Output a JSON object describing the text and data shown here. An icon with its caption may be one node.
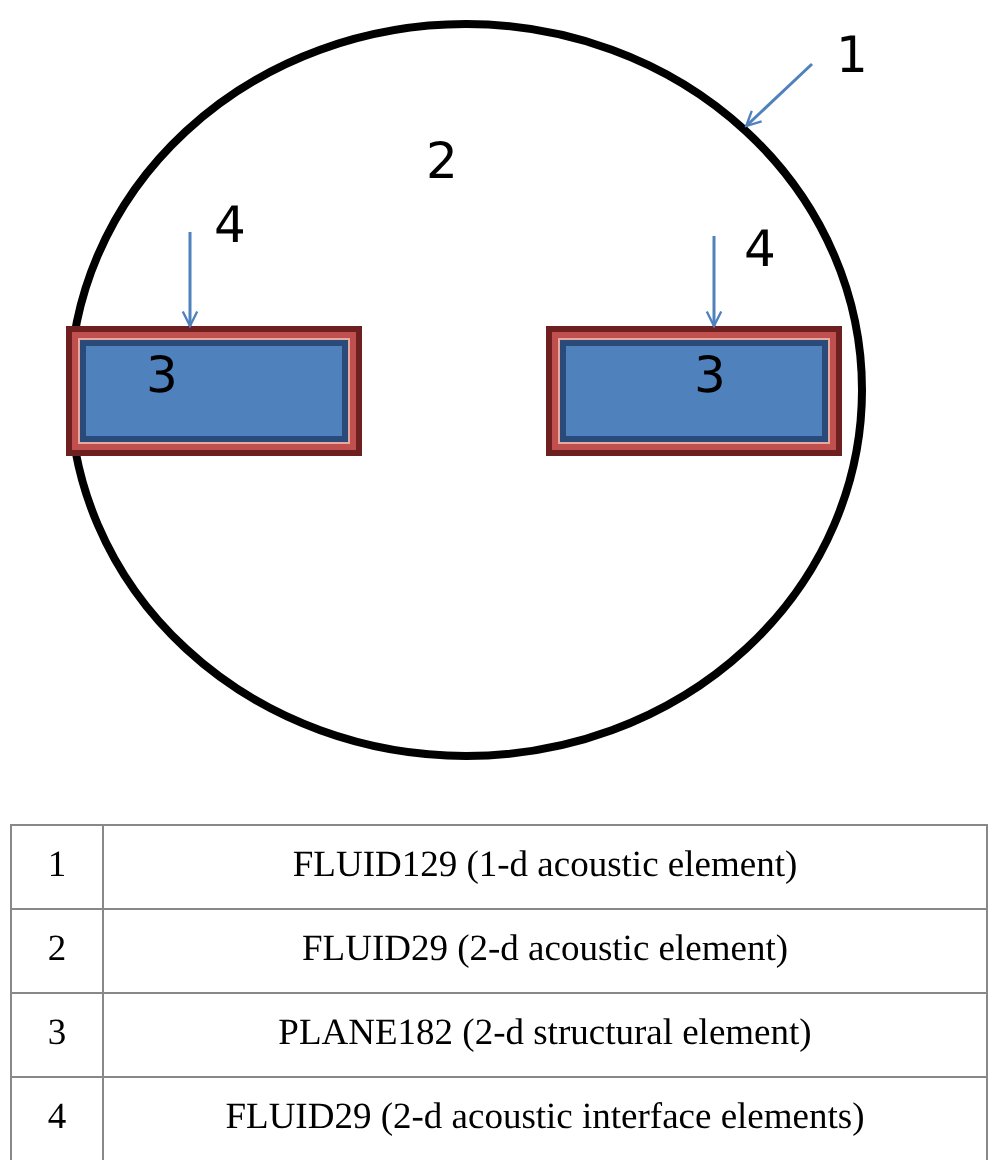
{
  "diagram": {
    "nodes": [
      {
        "text": [
          "2"
        ]
      },
      {
        "text": [
          "1"
        ]
      },
      {
        "text": [
          "3"
        ],
        "in": 0
      },
      {
        "text": [
          "3"
        ],
        "in": 0
      },
      {
        "text": [
          "4"
        ],
        "in": 0
      },
      {
        "text": [
          "4"
        ],
        "in": 0
      }
    ],
    "edges": [
      {
        "from": 1,
        "to": 0,
        "arrow": "to"
      },
      {
        "from": 4,
        "to": 2,
        "arrow": "to"
      },
      {
        "from": 5,
        "to": 3,
        "arrow": "to"
      }
    ],
    "labels": [
      "1",
      "FLUID129 (1-d acoustic element)",
      "2",
      "FLUID29 (2-d acoustic element)",
      "3",
      "PLANE182 (2-d structural element)",
      "4",
      "FLUID29 (2-d acoustic interface elements)"
    ]
  }
}
